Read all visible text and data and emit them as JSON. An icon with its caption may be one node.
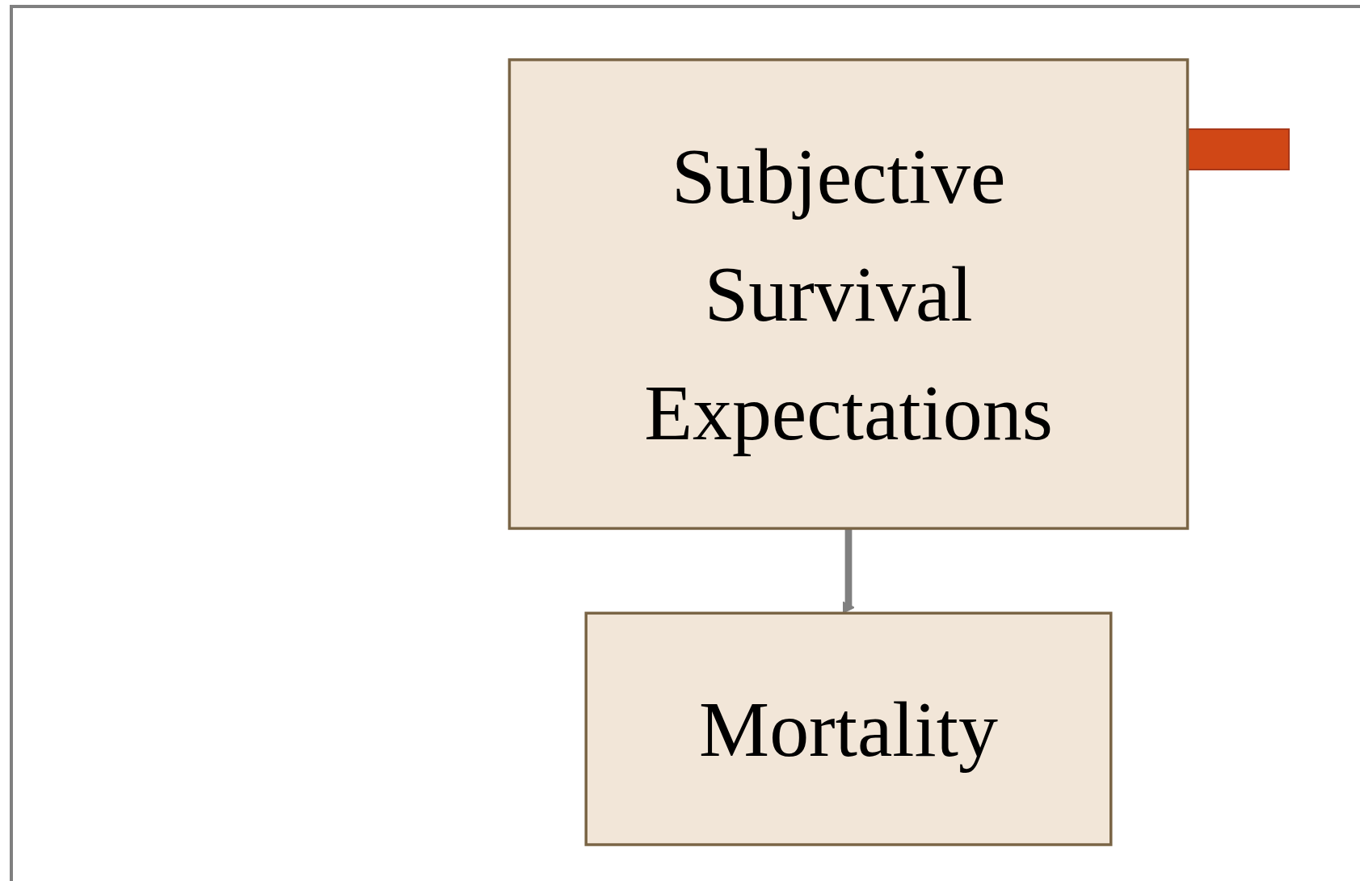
{
  "diagram": {
    "nodes": [
      {
        "text": [
          "Subjective Survival Expectations"
        ]
      },
      {
        "text": [
          "Mortality"
        ]
      }
    ],
    "edges": [
      {
        "from": 0,
        "to": 1,
        "arrow": "to"
      }
    ]
  }
}
